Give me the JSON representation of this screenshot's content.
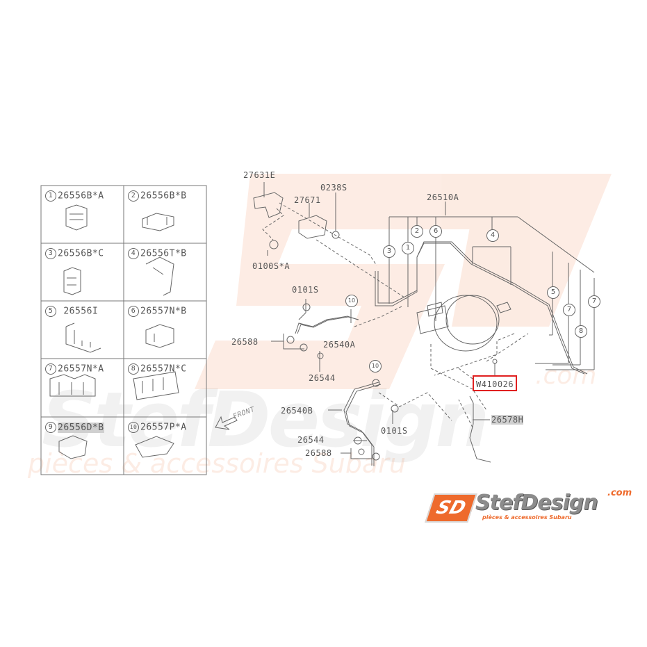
{
  "diagram": {
    "type": "parts-exploded-view",
    "subject": "Brake booster, master cylinder and brake lines"
  },
  "legend_table": {
    "cells": [
      {
        "num": "1",
        "part": "26556B*A"
      },
      {
        "num": "2",
        "part": "26556B*B"
      },
      {
        "num": "3",
        "part": "26556B*C"
      },
      {
        "num": "4",
        "part": "26556T*B"
      },
      {
        "num": "5",
        "part": "26556I"
      },
      {
        "num": "6",
        "part": "26557N*B"
      },
      {
        "num": "7",
        "part": "26557N*A"
      },
      {
        "num": "8",
        "part": "26557N*C"
      },
      {
        "num": "9",
        "part": "26556D*B"
      },
      {
        "num": "10",
        "part": "26557P*A"
      }
    ]
  },
  "labels": {
    "bracket": "27631E",
    "valve": "27671",
    "nut": "0238S",
    "bolt_a": "0100S*A",
    "pipe_assembly": "26510A",
    "bolt_1": "0101S",
    "washer_1": "26588",
    "hose_a": "26540A",
    "union_bolt_1": "26544",
    "hose_b": "26540B",
    "bolt_2": "0101S",
    "union_bolt_2": "26544",
    "washer_2": "26588",
    "highlighted_part": "W410026",
    "vacuum_hose": "26578H",
    "front_arrow": "FRONT"
  },
  "callouts": [
    "3",
    "1",
    "2",
    "6",
    "4",
    "5",
    "7",
    "7",
    "8",
    "10",
    "10"
  ],
  "watermark": {
    "brand": "StefDesign",
    "domain": ".com",
    "tagline": "pièces & accessoires Subaru"
  },
  "logo": {
    "mark": "SD",
    "name": "StefDesign",
    "domain": ".com",
    "tagline": "pièces & accessoires Subaru",
    "colors": {
      "orange": "#ee6a2c",
      "grey": "#8c8c8c"
    }
  },
  "highlight_color": "#e02020"
}
